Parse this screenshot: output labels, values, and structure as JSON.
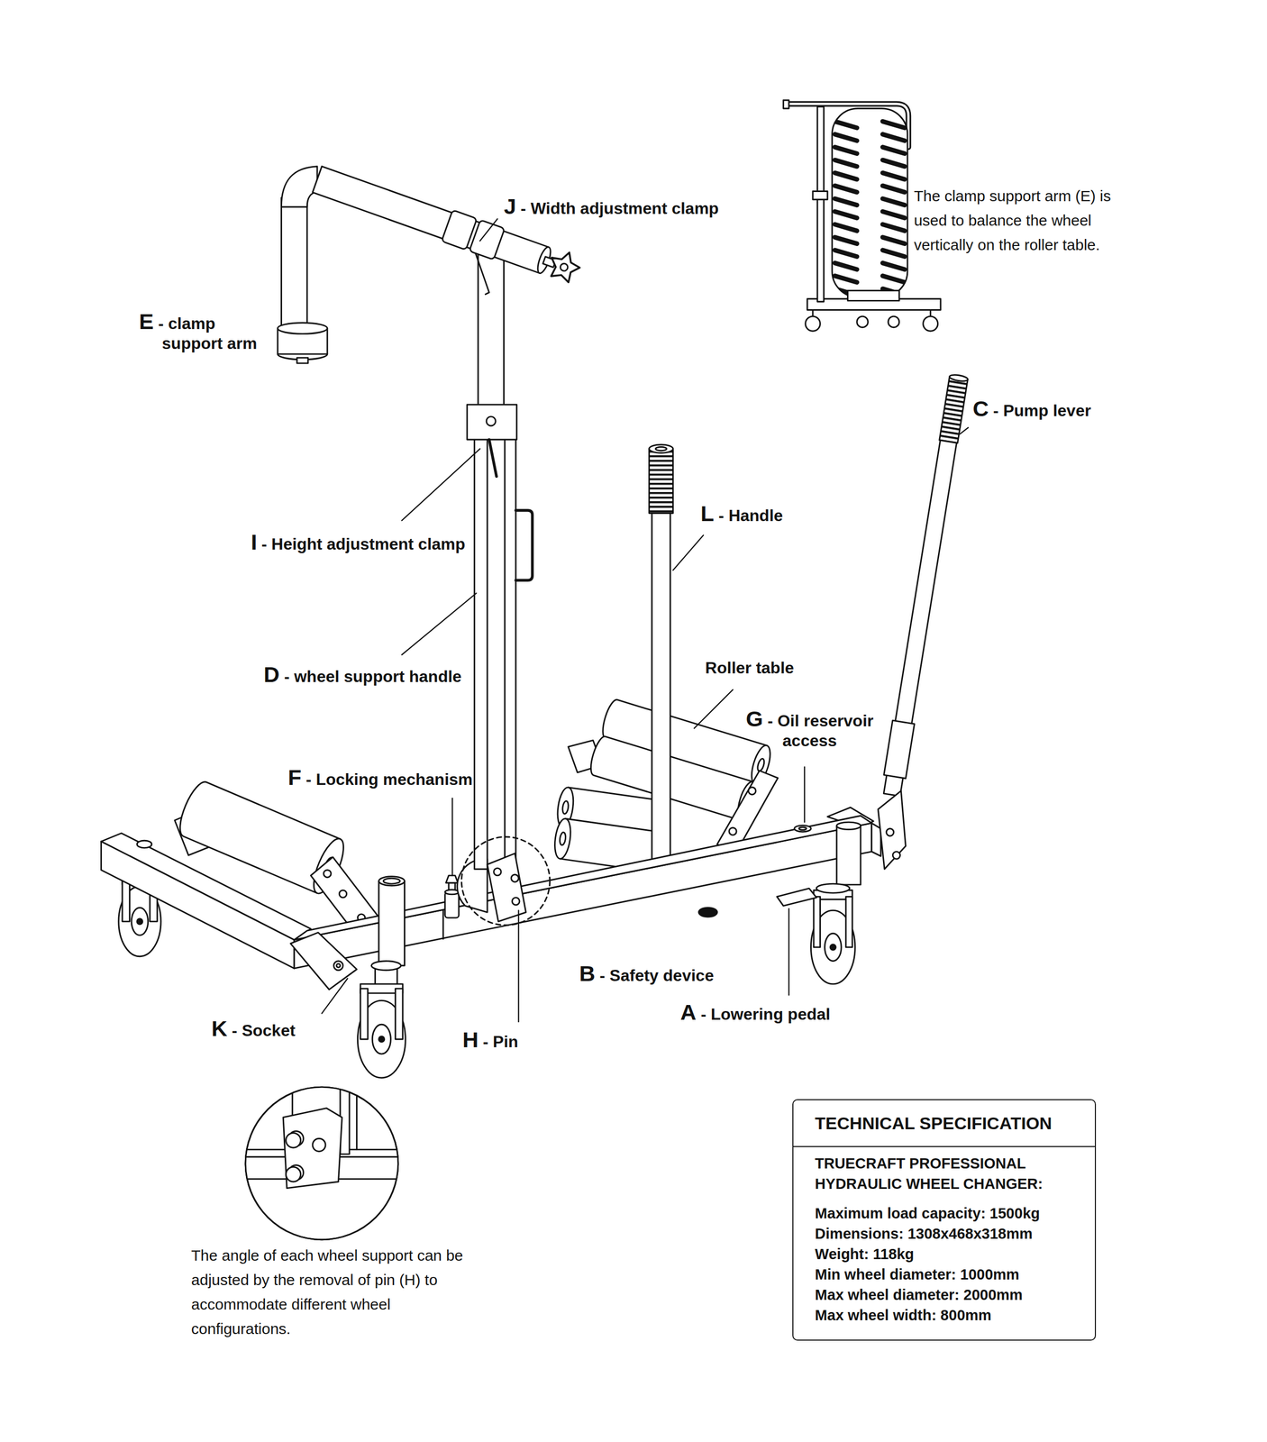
{
  "diagram": {
    "nodes": [
      {
        "text": [
          "TECHNICAL SPECIFICATION",
          "TRUECRAFT PROFESSIONAL HYDRAULIC WHEEL CHANGER:",
          "Maximum load capacity: 1500kg",
          "Dimensions: 1308x468x318mm",
          "Weight: 118kg",
          "Min wheel diameter: 1000mm",
          "Max wheel diameter: 2000mm",
          "Max wheel width: 800mm"
        ]
      }
    ],
    "labels": [
      "The clamp support arm (E) is used to balance the wheel vertically on the roller table.",
      "E - clamp support arm",
      "J - Width adjustment clamp",
      "C - Pump lever",
      "I - Height adjustment clamp",
      "L - Handle",
      "D - wheel support handle",
      "Roller table",
      "G - Oil reservoir access",
      "F - Locking mechanism",
      "B - Safety device",
      "A - Lowering pedal",
      "K - Socket",
      "H - Pin",
      "The angle of each wheel support can be adjusted by the removal of pin (H) to accommodate different wheel configurations."
    ]
  }
}
